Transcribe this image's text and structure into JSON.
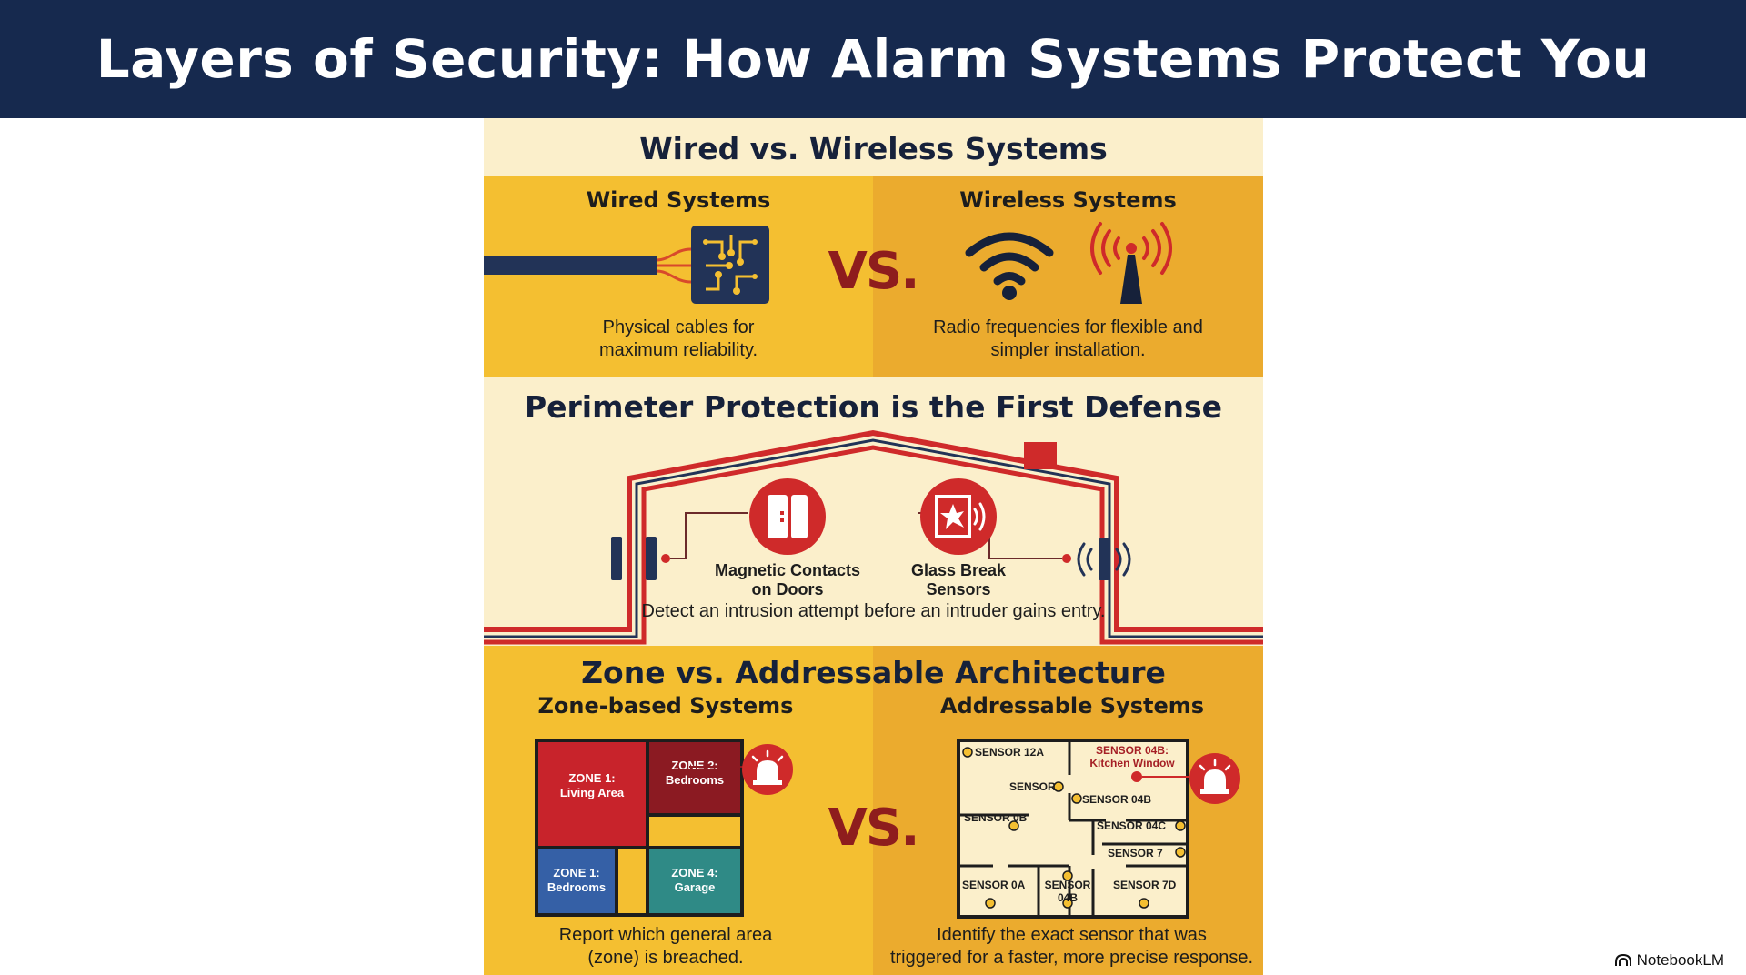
{
  "page": {
    "title": "Layers of Security: How Alarm Systems Protect You",
    "watermark": "NotebookLM"
  },
  "colors": {
    "header_bg": "#16294e",
    "cream": "#fbefcb",
    "yellow": "#f4bf31",
    "orange": "#ebab2e",
    "red": "#cf2a2a",
    "dark_red": "#8e1d1d",
    "navy": "#223357"
  },
  "wired_wireless": {
    "title": "Wired vs. Wireless Systems",
    "vs": "VS.",
    "wired": {
      "title": "Wired Systems",
      "icon": "circuit-chip-icon",
      "description_line1": "Physical cables for",
      "description_line2": "maximum reliability."
    },
    "wireless": {
      "title": "Wireless Systems",
      "icons": [
        "wifi-icon",
        "antenna-tower-icon"
      ],
      "description_line1": "Radio frequencies for flexible and",
      "description_line2": "simpler installation."
    }
  },
  "perimeter": {
    "title": "Perimeter Protection is the First Defense",
    "magnetic": {
      "icon": "magnetic-contact-icon",
      "line1": "Magnetic Contacts",
      "line2": "on Doors"
    },
    "glass": {
      "icon": "glass-break-icon",
      "line1": "Glass Break",
      "line2": "Sensors"
    },
    "description": "Detect an intrusion attempt before an intruder gains entry."
  },
  "architecture": {
    "title": "Zone vs. Addressable Architecture",
    "vs": "VS.",
    "zone": {
      "title": "Zone-based Systems",
      "zones": [
        {
          "name": "ZONE 1:",
          "area": "Living Area",
          "color": "#c8232b"
        },
        {
          "name": "ZONE 2:",
          "area": "Bedrooms",
          "color": "#8b1a22"
        },
        {
          "name": "ZONE 1:",
          "area": "Bedrooms",
          "color": "#3560a6"
        },
        {
          "name": "ZONE 4:",
          "area": "Garage",
          "color": "#2f8a86"
        }
      ],
      "description_line1": "Report which general area",
      "description_line2": "(zone) is breached."
    },
    "addressable": {
      "title": "Addressable Systems",
      "alert_line1": "SENSOR 04B:",
      "alert_line2": "Kitchen Window",
      "sensors": [
        "SENSOR 12A",
        "SENSOR",
        "SENSOR 04B",
        "SENSOR 0B",
        "SENSOR 04C",
        "SENSOR 7",
        "SENSOR 0A",
        "SENSOR",
        "04B",
        "SENSOR 7D"
      ],
      "description_line1": "Identify the exact sensor that was",
      "description_line2": "triggered for a faster, more precise response."
    }
  }
}
